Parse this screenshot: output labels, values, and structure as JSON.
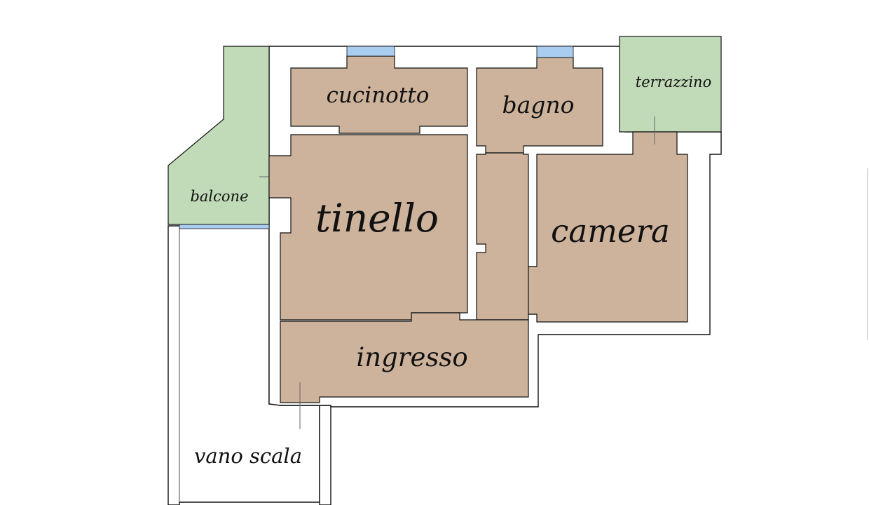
{
  "plan": {
    "rooms": {
      "cucinotto": "cucinotto",
      "bagno": "bagno",
      "terrazzino": "terrazzino",
      "balcone": "balcone",
      "tinello": "tinello",
      "camera": "camera",
      "ingresso": "ingresso",
      "vano_scala": "vano scala"
    },
    "colors": {
      "floor": "#cdb39c",
      "outdoor": "#c1dab8",
      "window": "#a9cdf0",
      "wall_line": "#111111",
      "background": "#ffffff"
    }
  }
}
